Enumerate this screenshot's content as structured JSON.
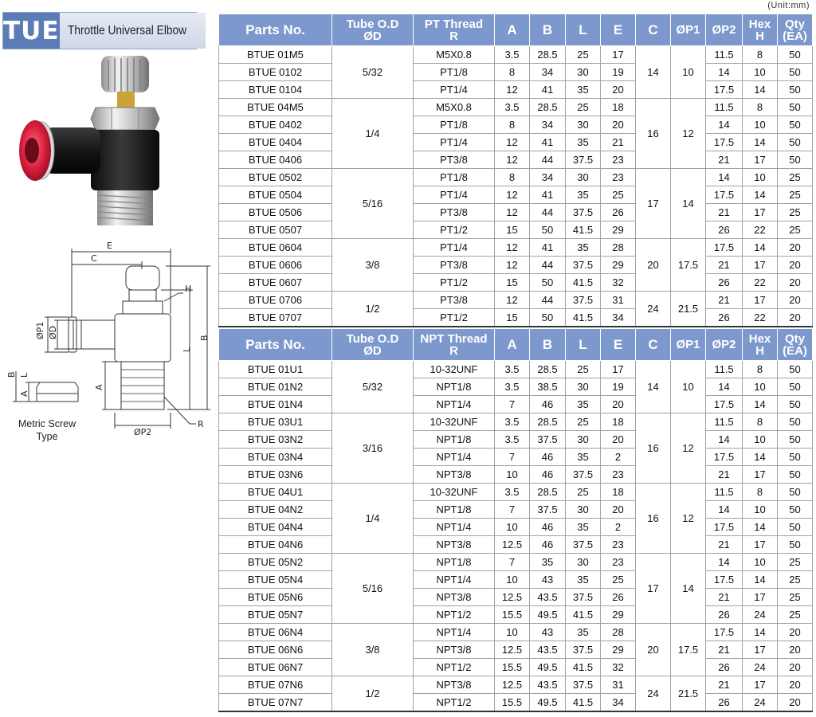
{
  "header": {
    "code": "TUE",
    "name": "Throttle Universal Elbow",
    "unit": "(Unit:mm)"
  },
  "figure": {
    "caption_line1": "Metric Screw",
    "caption_line2": "Type",
    "dim_labels": [
      "E",
      "C",
      "H",
      "ØP1",
      "ØD",
      "L",
      "B",
      "A",
      "ØP2",
      "R",
      "B",
      "L",
      "A"
    ],
    "colors": {
      "collet": "#d81e3c",
      "body": "#1e1e1e",
      "metal": "#c9c9c9",
      "line": "#333333"
    }
  },
  "pt_table": {
    "headers": [
      "Parts No.",
      "Tube O.D",
      "ØD",
      "PT Thread",
      "R",
      "A",
      "B",
      "L",
      "E",
      "C",
      "ØP1",
      "ØP2",
      "Hex",
      "H",
      "Qty",
      "(EA)"
    ],
    "groups": [
      {
        "tube": "5/32",
        "c": "14",
        "p1": "10",
        "rows": [
          [
            "BTUE 01M5",
            "M5X0.8",
            "3.5",
            "28.5",
            "25",
            "17",
            "11.5",
            "8",
            "50"
          ],
          [
            "BTUE 0102",
            "PT1/8",
            "8",
            "34",
            "30",
            "19",
            "14",
            "10",
            "50"
          ],
          [
            "BTUE 0104",
            "PT1/4",
            "12",
            "41",
            "35",
            "20",
            "17.5",
            "14",
            "50"
          ]
        ]
      },
      {
        "tube": "1/4",
        "c": "16",
        "p1": "12",
        "rows": [
          [
            "BTUE 04M5",
            "M5X0.8",
            "3.5",
            "28.5",
            "25",
            "18",
            "11.5",
            "8",
            "50"
          ],
          [
            "BTUE 0402",
            "PT1/8",
            "8",
            "34",
            "30",
            "20",
            "14",
            "10",
            "50"
          ],
          [
            "BTUE 0404",
            "PT1/4",
            "12",
            "41",
            "35",
            "21",
            "17.5",
            "14",
            "50"
          ],
          [
            "BTUE 0406",
            "PT3/8",
            "12",
            "44",
            "37.5",
            "23",
            "21",
            "17",
            "50"
          ]
        ]
      },
      {
        "tube": "5/16",
        "c": "17",
        "p1": "14",
        "rows": [
          [
            "BTUE 0502",
            "PT1/8",
            "8",
            "34",
            "30",
            "23",
            "14",
            "10",
            "25"
          ],
          [
            "BTUE 0504",
            "PT1/4",
            "12",
            "41",
            "35",
            "25",
            "17.5",
            "14",
            "25"
          ],
          [
            "BTUE 0506",
            "PT3/8",
            "12",
            "44",
            "37.5",
            "26",
            "21",
            "17",
            "25"
          ],
          [
            "BTUE 0507",
            "PT1/2",
            "15",
            "50",
            "41.5",
            "29",
            "26",
            "22",
            "25"
          ]
        ]
      },
      {
        "tube": "3/8",
        "c": "20",
        "p1": "17.5",
        "rows": [
          [
            "BTUE 0604",
            "PT1/4",
            "12",
            "41",
            "35",
            "28",
            "17.5",
            "14",
            "20"
          ],
          [
            "BTUE 0606",
            "PT3/8",
            "12",
            "44",
            "37.5",
            "29",
            "21",
            "17",
            "20"
          ],
          [
            "BTUE 0607",
            "PT1/2",
            "15",
            "50",
            "41.5",
            "32",
            "26",
            "22",
            "20"
          ]
        ]
      },
      {
        "tube": "1/2",
        "c": "24",
        "p1": "21.5",
        "rows": [
          [
            "BTUE 0706",
            "PT3/8",
            "12",
            "44",
            "37.5",
            "31",
            "21",
            "17",
            "20"
          ],
          [
            "BTUE 0707",
            "PT1/2",
            "15",
            "50",
            "41.5",
            "34",
            "26",
            "22",
            "20"
          ]
        ]
      }
    ]
  },
  "npt_table": {
    "headers": [
      "Parts No.",
      "Tube O.D",
      "ØD",
      "NPT Thread",
      "R",
      "A",
      "B",
      "L",
      "E",
      "C",
      "ØP1",
      "ØP2",
      "Hex",
      "H",
      "Qty",
      "(EA)"
    ],
    "groups": [
      {
        "tube": "5/32",
        "c": "14",
        "p1": "10",
        "rows": [
          [
            "BTUE 01U1",
            "10-32UNF",
            "3.5",
            "28.5",
            "25",
            "17",
            "11.5",
            "8",
            "50"
          ],
          [
            "BTUE 01N2",
            "NPT1/8",
            "3.5",
            "38.5",
            "30",
            "19",
            "14",
            "10",
            "50"
          ],
          [
            "BTUE 01N4",
            "NPT1/4",
            "7",
            "46",
            "35",
            "20",
            "17.5",
            "14",
            "50"
          ]
        ]
      },
      {
        "tube": "3/16",
        "c": "16",
        "p1": "12",
        "rows": [
          [
            "BTUE 03U1",
            "10-32UNF",
            "3.5",
            "28.5",
            "25",
            "18",
            "11.5",
            "8",
            "50"
          ],
          [
            "BTUE 03N2",
            "NPT1/8",
            "3.5",
            "37.5",
            "30",
            "20",
            "14",
            "10",
            "50"
          ],
          [
            "BTUE 03N4",
            "NPT1/4",
            "7",
            "46",
            "35",
            "2",
            "17.5",
            "14",
            "50"
          ],
          [
            "BTUE 03N6",
            "NPT3/8",
            "10",
            "46",
            "37.5",
            "23",
            "21",
            "17",
            "50"
          ]
        ]
      },
      {
        "tube": "1/4",
        "c": "16",
        "p1": "12",
        "rows": [
          [
            "BTUE 04U1",
            "10-32UNF",
            "3.5",
            "28.5",
            "25",
            "18",
            "11.5",
            "8",
            "50"
          ],
          [
            "BTUE 04N2",
            "NPT1/8",
            "7",
            "37.5",
            "30",
            "20",
            "14",
            "10",
            "50"
          ],
          [
            "BTUE 04N4",
            "NPT1/4",
            "10",
            "46",
            "35",
            "2",
            "17.5",
            "14",
            "50"
          ],
          [
            "BTUE 04N6",
            "NPT3/8",
            "12.5",
            "46",
            "37.5",
            "23",
            "21",
            "17",
            "50"
          ]
        ]
      },
      {
        "tube": "5/16",
        "c": "17",
        "p1": "14",
        "rows": [
          [
            "BTUE 05N2",
            "NPT1/8",
            "7",
            "35",
            "30",
            "23",
            "14",
            "10",
            "25"
          ],
          [
            "BTUE 05N4",
            "NPT1/4",
            "10",
            "43",
            "35",
            "25",
            "17.5",
            "14",
            "25"
          ],
          [
            "BTUE 05N6",
            "NPT3/8",
            "12.5",
            "43.5",
            "37.5",
            "26",
            "21",
            "17",
            "25"
          ],
          [
            "BTUE 05N7",
            "NPT1/2",
            "15.5",
            "49.5",
            "41.5",
            "29",
            "26",
            "24",
            "25"
          ]
        ]
      },
      {
        "tube": "3/8",
        "c": "20",
        "p1": "17.5",
        "rows": [
          [
            "BTUE 06N4",
            "NPT1/4",
            "10",
            "43",
            "35",
            "28",
            "17.5",
            "14",
            "20"
          ],
          [
            "BTUE 06N6",
            "NPT3/8",
            "12.5",
            "43.5",
            "37.5",
            "29",
            "21",
            "17",
            "20"
          ],
          [
            "BTUE 06N7",
            "NPT1/2",
            "15.5",
            "49.5",
            "41.5",
            "32",
            "26",
            "24",
            "20"
          ]
        ]
      },
      {
        "tube": "1/2",
        "c": "24",
        "p1": "21.5",
        "rows": [
          [
            "BTUE 07N6",
            "NPT3/8",
            "12.5",
            "43.5",
            "37.5",
            "31",
            "21",
            "17",
            "20"
          ],
          [
            "BTUE 07N7",
            "NPT1/2",
            "15.5",
            "49.5",
            "41.5",
            "34",
            "26",
            "24",
            "20"
          ]
        ]
      }
    ]
  }
}
